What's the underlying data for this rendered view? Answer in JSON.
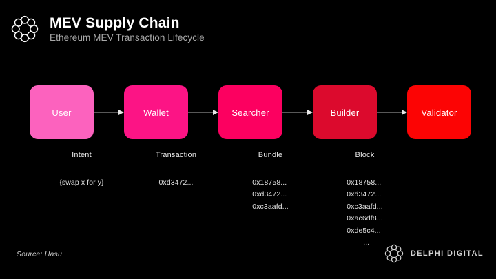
{
  "header": {
    "logo_icon": "delphi-knot-logo-icon",
    "title": "MEV Supply Chain",
    "subtitle": "Ethereum MEV Transaction Lifecycle"
  },
  "flow": {
    "arrow_icon": "arrow-right-icon",
    "nodes": [
      {
        "label": "User",
        "color": "#fc62be"
      },
      {
        "label": "Wallet",
        "color": "#fc1485"
      },
      {
        "label": "Searcher",
        "color": "#fc0060"
      },
      {
        "label": "Builder",
        "color": "#dc0a2d"
      },
      {
        "label": "Validator",
        "color": "#fc0404"
      }
    ]
  },
  "columns": [
    {
      "label": "Intent",
      "payload": [
        "{swap x for y}"
      ]
    },
    {
      "label": "Transaction",
      "payload": [
        "0xd3472..."
      ]
    },
    {
      "label": "Bundle",
      "payload": [
        "0x18758...",
        "0xd3472...",
        "0xc3aafd..."
      ]
    },
    {
      "label": "Block",
      "payload": [
        "0x18758...",
        "0xd3472...",
        "0xc3aafd...",
        "0xac6df8...",
        "0xde5c4...",
        "..."
      ]
    }
  ],
  "footer": {
    "source": "Source: Hasu",
    "logo_icon": "delphi-knot-logo-icon",
    "wordmark": "DELPHI DIGITAL"
  },
  "theme": {
    "background": "#000000",
    "text_primary": "#ffffff",
    "text_secondary": "#a9a9a9",
    "connector": "#d8d8d8"
  }
}
